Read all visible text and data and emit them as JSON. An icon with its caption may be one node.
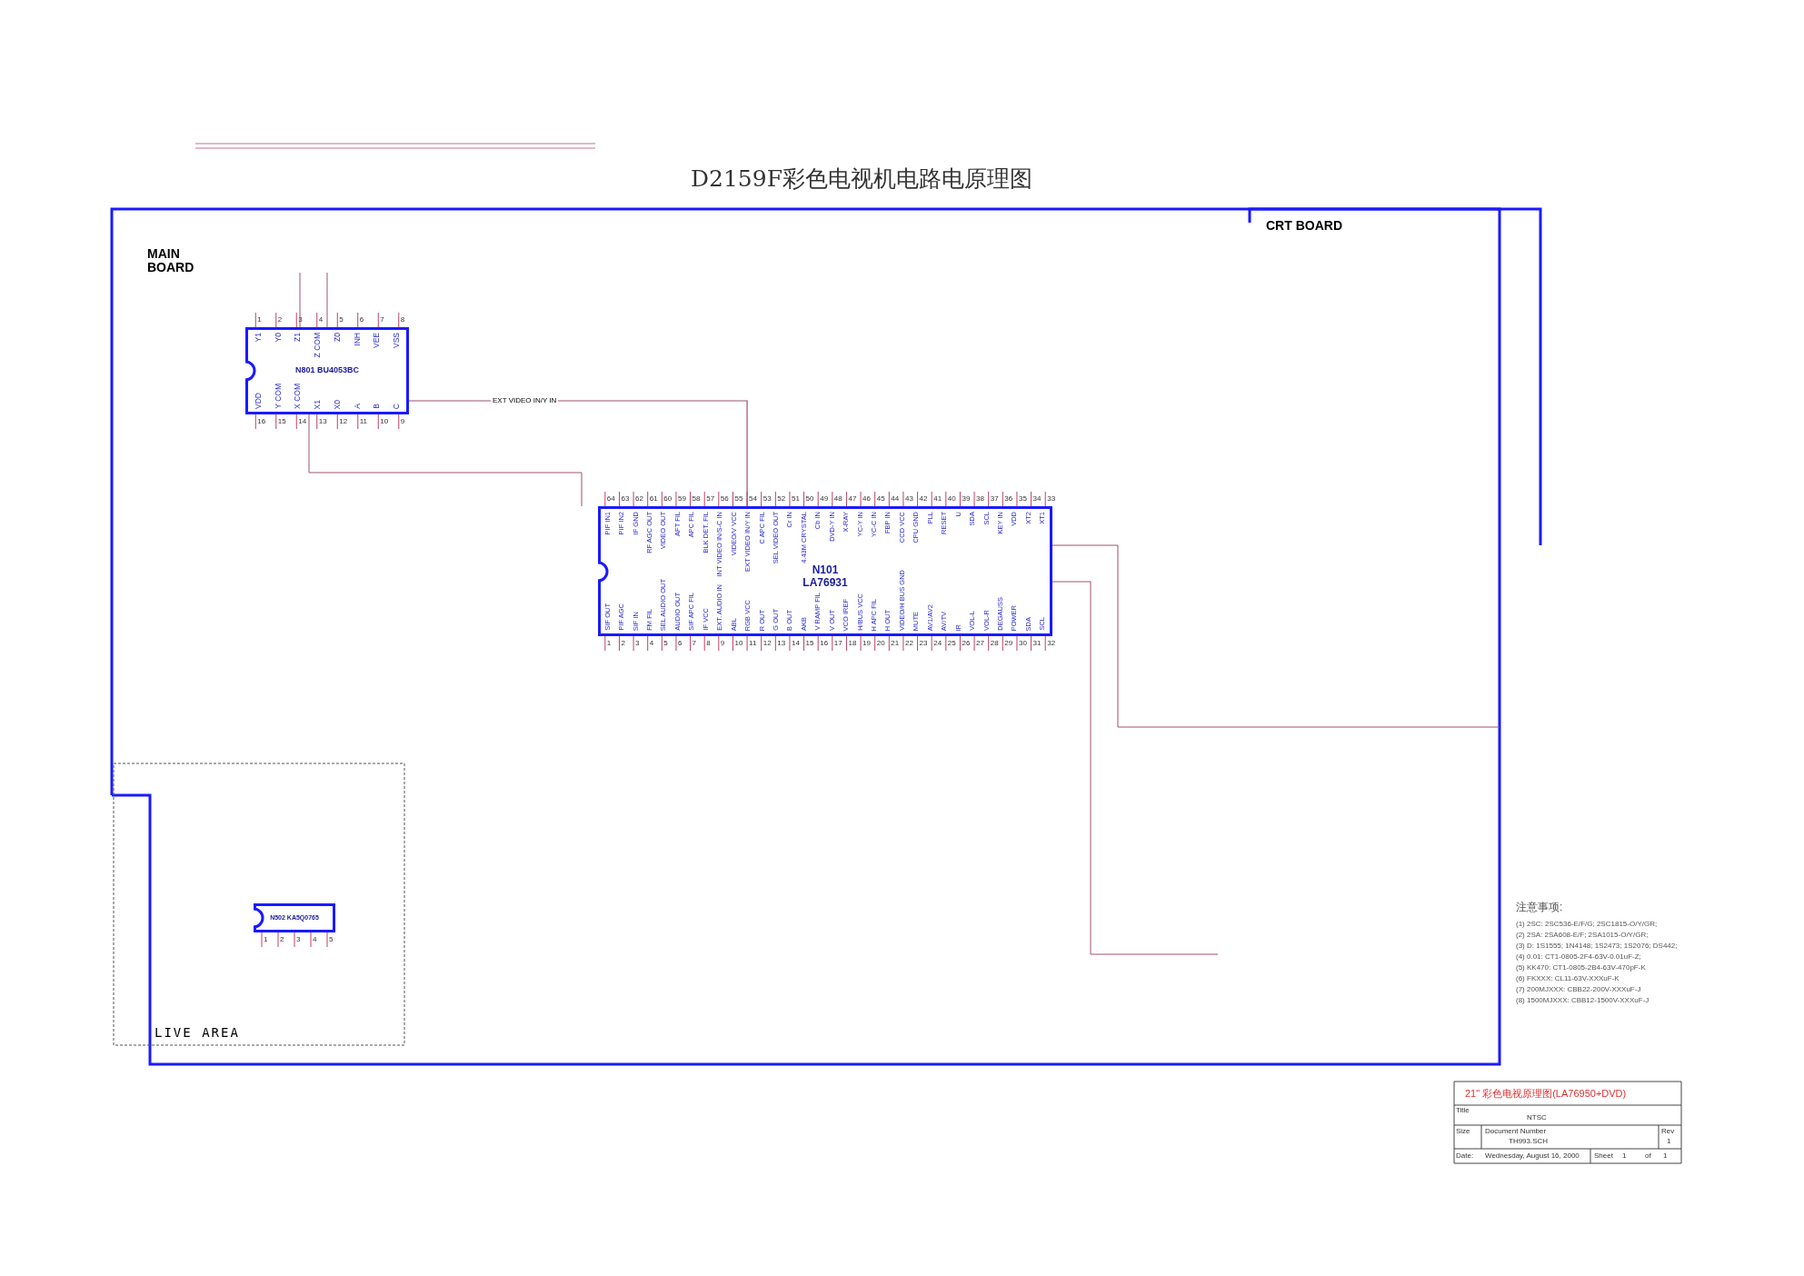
{
  "diagram": {
    "title": "D2159F彩色电视机电路电原理图",
    "nodes": [
      {
        "text": [
          "N801 BU4053BC",
          "Y1",
          "Y0",
          "Z1",
          "Z COM",
          "Z0",
          "INH",
          "VEE",
          "VSS",
          "VDD",
          "Y COM",
          "X COM",
          "X1",
          "X0",
          "A",
          "B",
          "C"
        ],
        "beside": [
          "1",
          "2",
          "3",
          "4",
          "5",
          "6",
          "7",
          "8",
          "16",
          "15",
          "14",
          "13",
          "12",
          "11",
          "10",
          "9"
        ]
      },
      {
        "text": [
          "N101 LA76931",
          "PIF IN1",
          "PIF IN2",
          "IF GND",
          "RF AGC OUT",
          "VIDEO OUT",
          "AFT FIL",
          "APC FIL",
          "BLK DET. FIL",
          "INT VIDEO IN/S-C IN",
          "VIDEO/V VCC",
          "EXT VIDEO IN/Y IN",
          "C APC FIL",
          "SEL VIDEO OUT",
          "Cr IN",
          "4.43M CRYSTAL",
          "Cb IN",
          "DVD-Y IN",
          "X-RAY",
          "YC-Y IN",
          "YC-C IN",
          "FBP IN",
          "CCD VCC",
          "CPU GND",
          "PLL",
          "RESET",
          "U",
          "SDA",
          "SCL",
          "KEY IN",
          "VDD",
          "XT2",
          "XT1",
          "SIF OUT",
          "PIF AGC",
          "SIF IN",
          "FM FIL",
          "SEL AUDIO OUT",
          "AUDIO OUT",
          "SIF APC FIL",
          "IF VCC",
          "EXT. AUDIO IN",
          "ABL",
          "RGB VCC",
          "R OUT",
          "G OUT",
          "B OUT",
          "AKB",
          "V RAMP FIL",
          "V OUT",
          "VCO IREF",
          "H/BUS VCC",
          "H APC FIL",
          "H OUT",
          "VIDEO/H BUS GND",
          "MUTE",
          "AV1/AV2",
          "AV/TV",
          "IR",
          "VOL-L",
          "VOL-R",
          "DEGAUSS",
          "POWER",
          "SDA",
          "SCL"
        ],
        "beside": [
          "64",
          "63",
          "62",
          "61",
          "60",
          "59",
          "58",
          "57",
          "56",
          "55",
          "54",
          "53",
          "52",
          "51",
          "50",
          "49",
          "48",
          "47",
          "46",
          "45",
          "44",
          "43",
          "42",
          "41",
          "40",
          "39",
          "38",
          "37",
          "36",
          "35",
          "34",
          "33",
          "1",
          "2",
          "3",
          "4",
          "5",
          "6",
          "7",
          "8",
          "9",
          "10",
          "11",
          "12",
          "13",
          "14",
          "15",
          "16",
          "17",
          "18",
          "19",
          "20",
          "21",
          "22",
          "23",
          "24",
          "25",
          "26",
          "27",
          "28",
          "29",
          "30",
          "31",
          "32"
        ]
      },
      {
        "text": [
          "N502 KA5Q0765"
        ],
        "beside": [
          "1",
          "2",
          "3",
          "4",
          "5"
        ]
      }
    ],
    "edges": [
      {
        "from": 0,
        "to": 1,
        "arrow": "none",
        "label": "EXT VIDEO IN/Y IN"
      }
    ],
    "labels": [
      "MAIN BOARD",
      "CRT BOARD",
      "LIVE AREA",
      "注意事项:",
      "(1) 2SC: 2SC536-E/F/G; 2SC1815-O/Y/GR;",
      "(2) 2SA: 2SA608-E/F; 2SA1015-O/Y/GR;",
      "(3) D: 1S1555; 1N4148; 1S2473; 1S2076; DS442;",
      "(4) 0.01: CT1-0805-2F4-63V-0.01uF-Z;",
      "(5) KK470: CT1-0805-2B4-63V-470pF-K",
      "(6) FKXXX: CL11-63V-XXXuF-K",
      "(7) 200MJXXX: CBB22-200V-XXXuF-J",
      "(8) 1500MJXXX: CBB12-1500V-XXXuF-J",
      "21\" 彩色电视原理图(LA76950+DVD)",
      "Title",
      "NTSC",
      "Size",
      "Document Number",
      "TH993.SCH",
      "Rev",
      "1",
      "Date:",
      "Wednesday, August 16, 2000",
      "Sheet",
      "1",
      "of",
      "1"
    ]
  }
}
